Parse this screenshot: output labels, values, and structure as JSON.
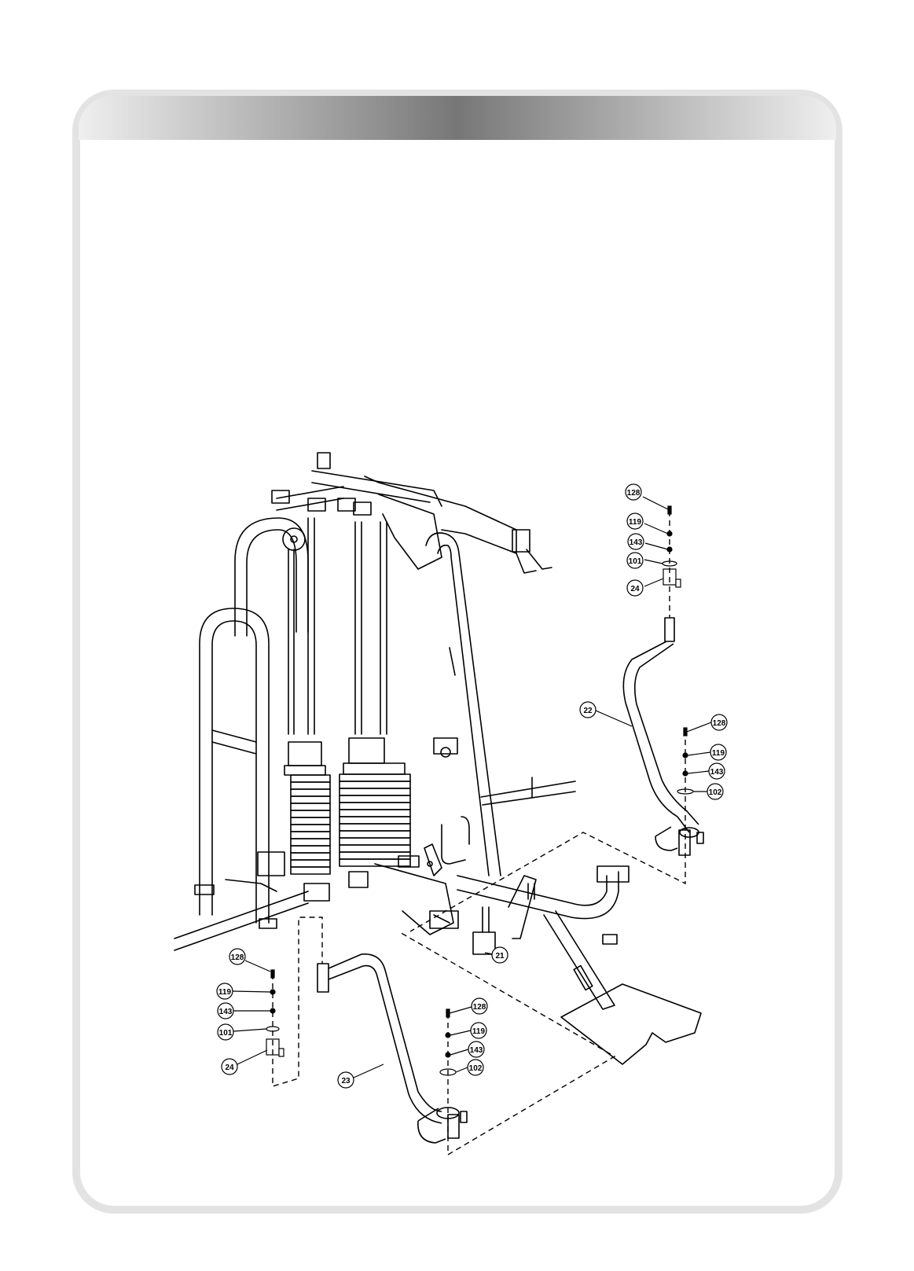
{
  "header": {
    "title": ""
  },
  "parts": [
    {
      "id": "p21",
      "number": "21"
    },
    {
      "id": "p22",
      "number": "22"
    },
    {
      "id": "p23",
      "number": "23"
    },
    {
      "id": "p24a",
      "number": "24"
    },
    {
      "id": "p24b",
      "number": "24"
    },
    {
      "id": "p101a",
      "number": "101"
    },
    {
      "id": "p101b",
      "number": "101"
    },
    {
      "id": "p102a",
      "number": "102"
    },
    {
      "id": "p102b",
      "number": "102"
    },
    {
      "id": "p119a",
      "number": "119"
    },
    {
      "id": "p119b",
      "number": "119"
    },
    {
      "id": "p119c",
      "number": "119"
    },
    {
      "id": "p119d",
      "number": "119"
    },
    {
      "id": "p128a",
      "number": "128"
    },
    {
      "id": "p128b",
      "number": "128"
    },
    {
      "id": "p128c",
      "number": "128"
    },
    {
      "id": "p128d",
      "number": "128"
    },
    {
      "id": "p143a",
      "number": "143"
    },
    {
      "id": "p143b",
      "number": "143"
    },
    {
      "id": "p143c",
      "number": "143"
    },
    {
      "id": "p143d",
      "number": "143"
    }
  ],
  "colors": {
    "stroke": "#000000",
    "panel_border": "#e3e3e3",
    "header_mid": "#7b7b7b",
    "header_edge": "#e8e8e8"
  }
}
